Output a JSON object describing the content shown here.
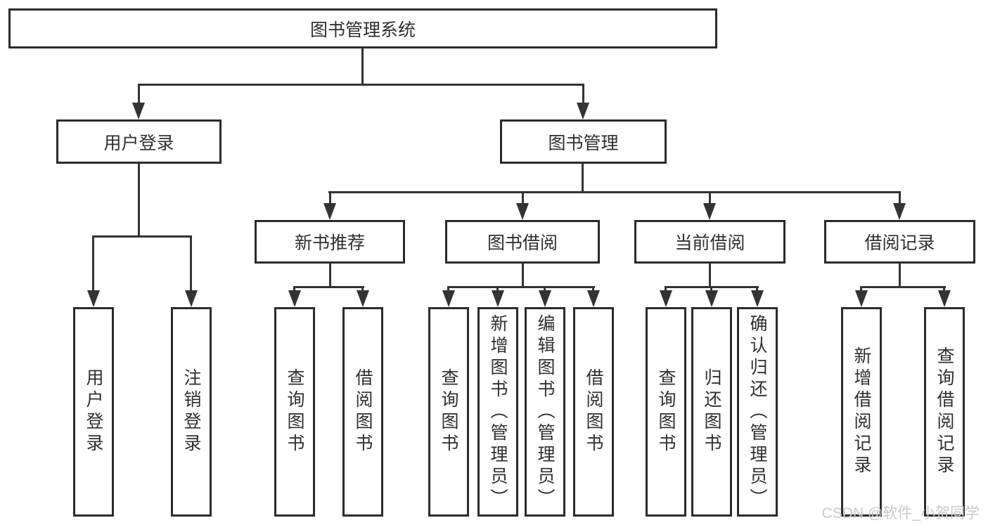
{
  "tree": {
    "label": "图书管理系统",
    "children": [
      {
        "label": "用户登录",
        "children": [
          {
            "label": "用户登录"
          },
          {
            "label": "注销登录"
          }
        ]
      },
      {
        "label": "图书管理",
        "children": [
          {
            "label": "新书推荐",
            "children": [
              {
                "label": "查询图书"
              },
              {
                "label": "借阅图书"
              }
            ]
          },
          {
            "label": "图书借阅",
            "children": [
              {
                "label": "查询图书"
              },
              {
                "label": "新增图书（管理员）"
              },
              {
                "label": "编辑图书（管理员）"
              },
              {
                "label": "借阅图书"
              }
            ]
          },
          {
            "label": "当前借阅",
            "children": [
              {
                "label": "查询图书"
              },
              {
                "label": "归还图书"
              },
              {
                "label": "确认归还（管理员）"
              }
            ]
          },
          {
            "label": "借阅记录",
            "children": [
              {
                "label": "新增借阅记录"
              },
              {
                "label": "查询借阅记录"
              }
            ]
          }
        ]
      }
    ]
  },
  "watermark": {
    "text": "CSDN @软件_小贺同学"
  },
  "colors": {
    "line": "#333333",
    "box_border": "#2b2b2b",
    "text": "#2f2f2f",
    "watermark": "#c9c9c9",
    "background": "#ffffff"
  }
}
